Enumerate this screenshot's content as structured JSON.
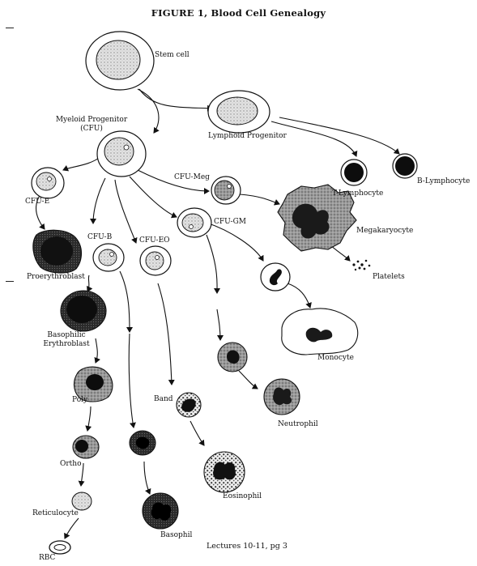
{
  "figure": {
    "title": "FIGURE 1, Blood Cell Genealogy",
    "footer": "Lectures 10-11, pg 3"
  },
  "labels": {
    "stem_cell": "Stem cell",
    "myeloid_progenitor": "Myeloid Progenitor",
    "myeloid_progenitor_abbr": "(CFU)",
    "lymphoid_progenitor": "Lymphoid Progenitor",
    "t_lymphocyte": "T-Lymphocyte",
    "b_lymphocyte": "B-Lymphocyte",
    "cfu_e": "CFU-E",
    "cfu_meg": "CFU-Meg",
    "megakaryocyte": "Megakaryocyte",
    "platelets": "Platelets",
    "cfu_b": "CFU-B",
    "cfu_eo": "CFU-EO",
    "cfu_gm": "CFU-GM",
    "proerythroblast": "Proerythroblast",
    "basophilic": "Basophilic",
    "erythroblast": "Erythroblast",
    "monocyte": "Monocyte",
    "poly": "Poly",
    "band": "Band",
    "neutrophil": "Neutrophil",
    "ortho": "Ortho",
    "eosinophil": "Eosinophil",
    "reticulocyte": "Reticulocyte",
    "basophil": "Basophil",
    "rbc": "RBC"
  },
  "colors": {
    "ink": "#111111",
    "cell_fill": "#ffffff",
    "shade_light": "#d6d6d6",
    "shade_mid": "#8a8a8a",
    "shade_dark": "#2a2a2a"
  }
}
